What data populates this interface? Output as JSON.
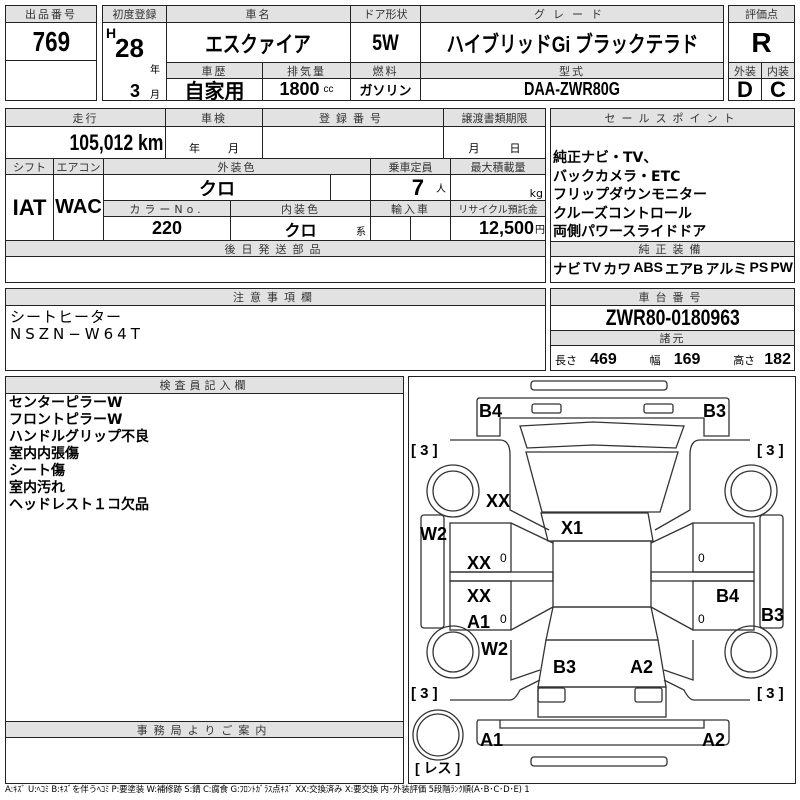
{
  "lot": {
    "label": "出品番号",
    "value": "769"
  },
  "header": {
    "first_reg_label": "初度登録",
    "era": "H",
    "year": "28",
    "year_unit": "年",
    "month": "3",
    "month_unit": "月",
    "car_name_label": "車名",
    "car_name": "エスクァイア",
    "door_label": "ドア形状",
    "door": "5W",
    "grade_label": "グレード",
    "grade": "ハイブリッドGi ブラックテラド",
    "history_label": "車歴",
    "history": "自家用",
    "displacement_label": "排気量",
    "displacement": "1800",
    "displacement_unit": "cc",
    "fuel_label": "燃料",
    "fuel": "ガソリン",
    "model_label": "型式",
    "model": "DAA-ZWR80G"
  },
  "score": {
    "label": "評価点",
    "value": "R",
    "exterior_label": "外装",
    "interior_label": "内装",
    "exterior": "D",
    "interior": "C"
  },
  "details": {
    "mileage_label": "走行",
    "mileage": "105,012 km",
    "inspection_label": "車検",
    "inspection_year": "年",
    "inspection_month": "月",
    "reg_number_label": "登録番号",
    "transfer_label": "譲渡書類期限",
    "transfer_month": "月",
    "transfer_day": "日",
    "shift_label": "シフト",
    "shift": "IAT",
    "ac_label": "エアコン",
    "ac": "WAC",
    "ext_color_label": "外装色",
    "ext_color": "クロ",
    "capacity_label": "乗車定員",
    "capacity": "7",
    "capacity_unit": "人",
    "max_load_label": "最大積載量",
    "max_load_unit": "kg",
    "color_no_label": "カラーNo.",
    "color_no": "220",
    "int_color_label": "内装色",
    "int_color": "クロ",
    "int_color_suffix": "系",
    "import_label": "輸入車",
    "recycle_label": "リサイクル預託金",
    "recycle": "12,500",
    "recycle_unit": "円",
    "later_parts_label": "後日発送部品"
  },
  "sales_points": {
    "label": "セールスポイント",
    "lines": [
      "純正ナビ・TV、",
      "バックカメラ・ETC",
      "フリップダウンモニター",
      "クルーズコントロール",
      "両側パワースライドドア"
    ]
  },
  "equipment": {
    "label": "純正装備",
    "items": [
      "ナビ",
      "TV",
      "カワ",
      "ABS",
      "エアB",
      "アルミ",
      "PS",
      "PW"
    ]
  },
  "notes": {
    "label": "注意事項欄",
    "lines": [
      "シートヒーター",
      "NSZN−W64T"
    ]
  },
  "chassis": {
    "label": "車台番号",
    "value": "ZWR80-0180963",
    "spec_label": "諸元",
    "length_label": "長さ",
    "length": "469",
    "width_label": "幅",
    "width": "169",
    "height_label": "高さ",
    "height": "182"
  },
  "inspector": {
    "label": "検査員記入欄",
    "lines": [
      "センターピラーW",
      "フロントピラーW",
      "ハンドルグリップ不良",
      "室内内張傷",
      "シート傷",
      "室内汚れ",
      "ヘッドレスト１コ欠品"
    ]
  },
  "office": {
    "label": "事務局よりご案内"
  },
  "diagram": {
    "marks": [
      "B4",
      "B3",
      "XX",
      "X1",
      "W2",
      "XX",
      "XX",
      "B4",
      "B3",
      "A1",
      "W2",
      "B3",
      "A2",
      "A1",
      "A2"
    ],
    "zeros": [
      "0",
      "0",
      "0",
      "0"
    ],
    "tires": [
      "[ 3 ]",
      "[ 3 ]",
      "[ 3 ]",
      "[ 3 ]"
    ],
    "spare": "[ レス ]"
  },
  "legend": "A:ｷｽﾞ U:ﾍｺﾐ B:ｷｽﾞを伴うﾍｺﾐ P:要塗装 W:補修跡 S:錆 C:腐食 G:ﾌﾛﾝﾄｶﾞﾗｽ点ｷｽﾞ XX:交換済み X:要交換 内･外装評価 5段階ﾗﾝｸ順(A･B･C･D･E) 1"
}
